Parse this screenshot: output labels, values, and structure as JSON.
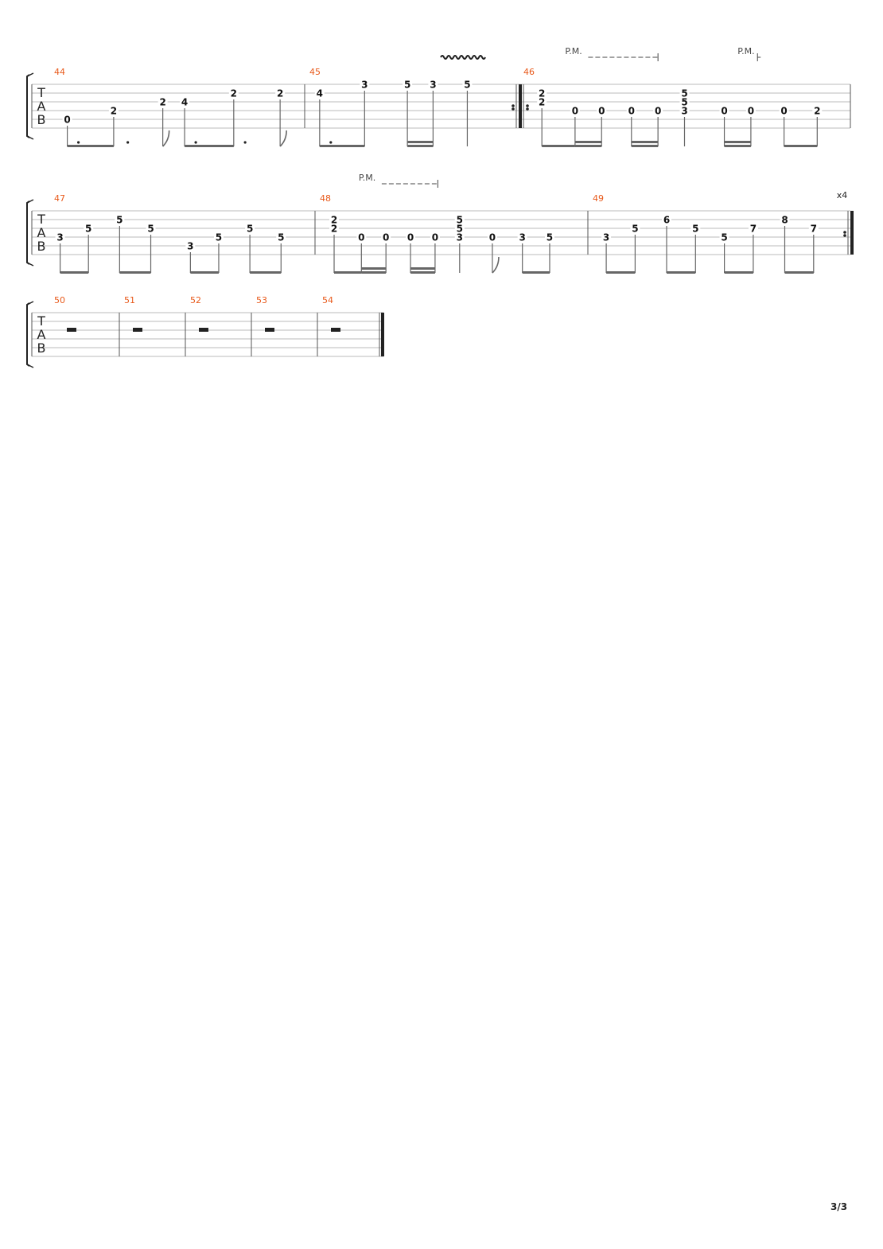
{
  "page": {
    "page_number": "3/3"
  },
  "colors": {
    "measure_number": "#e8591a",
    "staff_line": "#bbbbbb",
    "ink": "#222222"
  },
  "clef": {
    "t": "T",
    "a": "A",
    "b": "B"
  },
  "systems": [
    {
      "annotations": [
        {
          "type": "vibrato",
          "measure": "45",
          "beat": 0.74
        },
        {
          "type": "pm",
          "text": "P.M.",
          "measure": "46",
          "beat_start": 0.14,
          "beat_end": 0.42
        },
        {
          "type": "pm",
          "text": "P.M.",
          "measure": "46",
          "beat_start": 0.66,
          "beat_end": 0.72
        }
      ],
      "measures": [
        {
          "number": "44",
          "repeat_start": false,
          "repeat_end": false,
          "beats": [
            {
              "pos": 0.13,
              "notes": [
                {
                  "string": 5,
                  "fret": "0"
                }
              ],
              "stem": "beam8",
              "dot": true
            },
            {
              "pos": 0.3,
              "notes": [
                {
                  "string": 4,
                  "fret": "2"
                }
              ],
              "stem": "beam8"
            },
            {
              "pos": 0.48,
              "notes": [
                {
                  "string": 3,
                  "fret": "2"
                }
              ],
              "stem": "flag8",
              "pre_dot": true
            },
            {
              "pos": 0.56,
              "notes": [
                {
                  "string": 3,
                  "fret": "4"
                }
              ],
              "stem": "beam8",
              "dot": true
            },
            {
              "pos": 0.74,
              "notes": [
                {
                  "string": 2,
                  "fret": "2"
                }
              ],
              "stem": "beam8"
            },
            {
              "pos": 0.91,
              "notes": [
                {
                  "string": 2,
                  "fret": "2"
                }
              ],
              "stem": "flag8",
              "pre_dot": true
            }
          ]
        },
        {
          "number": "45",
          "repeat_start": false,
          "repeat_end": true,
          "beats": [
            {
              "pos": 0.07,
              "notes": [
                {
                  "string": 2,
                  "fret": "4"
                }
              ],
              "stem": "beam8",
              "dot": true
            },
            {
              "pos": 0.28,
              "notes": [
                {
                  "string": 1,
                  "fret": "3"
                }
              ],
              "stem": "beam8"
            },
            {
              "pos": 0.48,
              "notes": [
                {
                  "string": 1,
                  "fret": "5"
                }
              ],
              "stem": "beam16"
            },
            {
              "pos": 0.6,
              "notes": [
                {
                  "string": 1,
                  "fret": "3"
                }
              ],
              "stem": "beam16"
            },
            {
              "pos": 0.76,
              "notes": [
                {
                  "string": 1,
                  "fret": "5"
                }
              ],
              "stem": "quarter"
            }
          ]
        },
        {
          "number": "46",
          "repeat_start": true,
          "repeat_end": false,
          "beats": [
            {
              "pos": 0.07,
              "notes": [
                {
                  "string": 2,
                  "fret": "2"
                },
                {
                  "string": 3,
                  "fret": "2"
                }
              ],
              "stem": "beam8"
            },
            {
              "pos": 0.17,
              "notes": [
                {
                  "string": 4,
                  "fret": "0"
                }
              ],
              "stem": "beam16"
            },
            {
              "pos": 0.25,
              "notes": [
                {
                  "string": 4,
                  "fret": "0"
                }
              ],
              "stem": "beam16"
            },
            {
              "pos": 0.34,
              "notes": [
                {
                  "string": 4,
                  "fret": "0"
                }
              ],
              "stem": "beam16"
            },
            {
              "pos": 0.42,
              "notes": [
                {
                  "string": 4,
                  "fret": "0"
                }
              ],
              "stem": "beam16"
            },
            {
              "pos": 0.5,
              "notes": [
                {
                  "string": 2,
                  "fret": "5"
                },
                {
                  "string": 3,
                  "fret": "5"
                },
                {
                  "string": 4,
                  "fret": "3"
                }
              ],
              "stem": "quarter"
            },
            {
              "pos": 0.62,
              "notes": [
                {
                  "string": 4,
                  "fret": "0"
                }
              ],
              "stem": "beam16"
            },
            {
              "pos": 0.7,
              "notes": [
                {
                  "string": 4,
                  "fret": "0"
                }
              ],
              "stem": "beam16"
            },
            {
              "pos": 0.8,
              "notes": [
                {
                  "string": 4,
                  "fret": "0"
                }
              ],
              "stem": "beam8"
            },
            {
              "pos": 0.9,
              "notes": [
                {
                  "string": 4,
                  "fret": "2"
                }
              ],
              "stem": "beam8"
            }
          ]
        }
      ]
    },
    {
      "annotations": [
        {
          "type": "pm",
          "text": "P.M.",
          "measure": "48",
          "beat_start": 0.16,
          "beat_end": 0.45
        },
        {
          "type": "repeat_count",
          "text": "x4",
          "measure": "49",
          "beat": 0.99
        }
      ],
      "measures": [
        {
          "number": "47",
          "repeat_start": false,
          "repeat_end": false,
          "beats": [
            {
              "pos": 0.1,
              "notes": [
                {
                  "string": 4,
                  "fret": "3"
                }
              ],
              "stem": "beam8"
            },
            {
              "pos": 0.2,
              "notes": [
                {
                  "string": 3,
                  "fret": "5"
                }
              ],
              "stem": "beam8"
            },
            {
              "pos": 0.31,
              "notes": [
                {
                  "string": 2,
                  "fret": "5"
                }
              ],
              "stem": "beam8"
            },
            {
              "pos": 0.42,
              "notes": [
                {
                  "string": 3,
                  "fret": "5"
                }
              ],
              "stem": "beam8"
            },
            {
              "pos": 0.56,
              "notes": [
                {
                  "string": 5,
                  "fret": "3"
                }
              ],
              "stem": "beam8"
            },
            {
              "pos": 0.66,
              "notes": [
                {
                  "string": 4,
                  "fret": "5"
                }
              ],
              "stem": "beam8"
            },
            {
              "pos": 0.77,
              "notes": [
                {
                  "string": 3,
                  "fret": "5"
                }
              ],
              "stem": "beam8"
            },
            {
              "pos": 0.88,
              "notes": [
                {
                  "string": 4,
                  "fret": "5"
                }
              ],
              "stem": "beam8"
            }
          ]
        },
        {
          "number": "48",
          "repeat_start": false,
          "repeat_end": false,
          "beats": [
            {
              "pos": 0.07,
              "notes": [
                {
                  "string": 2,
                  "fret": "2"
                },
                {
                  "string": 3,
                  "fret": "2"
                }
              ],
              "stem": "beam8"
            },
            {
              "pos": 0.17,
              "notes": [
                {
                  "string": 4,
                  "fret": "0"
                }
              ],
              "stem": "beam16"
            },
            {
              "pos": 0.26,
              "notes": [
                {
                  "string": 4,
                  "fret": "0"
                }
              ],
              "stem": "beam16"
            },
            {
              "pos": 0.35,
              "notes": [
                {
                  "string": 4,
                  "fret": "0"
                }
              ],
              "stem": "beam16"
            },
            {
              "pos": 0.44,
              "notes": [
                {
                  "string": 4,
                  "fret": "0"
                }
              ],
              "stem": "beam16"
            },
            {
              "pos": 0.53,
              "notes": [
                {
                  "string": 2,
                  "fret": "5"
                },
                {
                  "string": 3,
                  "fret": "5"
                },
                {
                  "string": 4,
                  "fret": "3"
                }
              ],
              "stem": "quarter"
            },
            {
              "pos": 0.65,
              "notes": [
                {
                  "string": 4,
                  "fret": "0"
                }
              ],
              "stem": "flag8"
            },
            {
              "pos": 0.76,
              "notes": [
                {
                  "string": 4,
                  "fret": "3"
                }
              ],
              "stem": "beam8"
            },
            {
              "pos": 0.86,
              "notes": [
                {
                  "string": 4,
                  "fret": "5"
                }
              ],
              "stem": "beam8"
            }
          ]
        },
        {
          "number": "49",
          "repeat_start": false,
          "repeat_end": true,
          "beats": [
            {
              "pos": 0.07,
              "notes": [
                {
                  "string": 4,
                  "fret": "3"
                }
              ],
              "stem": "beam8"
            },
            {
              "pos": 0.18,
              "notes": [
                {
                  "string": 3,
                  "fret": "5"
                }
              ],
              "stem": "beam8"
            },
            {
              "pos": 0.3,
              "notes": [
                {
                  "string": 2,
                  "fret": "6"
                }
              ],
              "stem": "beam8"
            },
            {
              "pos": 0.41,
              "notes": [
                {
                  "string": 3,
                  "fret": "5"
                }
              ],
              "stem": "beam8"
            },
            {
              "pos": 0.52,
              "notes": [
                {
                  "string": 4,
                  "fret": "5"
                }
              ],
              "stem": "beam8"
            },
            {
              "pos": 0.63,
              "notes": [
                {
                  "string": 3,
                  "fret": "7"
                }
              ],
              "stem": "beam8"
            },
            {
              "pos": 0.75,
              "notes": [
                {
                  "string": 2,
                  "fret": "8"
                }
              ],
              "stem": "beam8"
            },
            {
              "pos": 0.86,
              "notes": [
                {
                  "string": 3,
                  "fret": "7"
                }
              ],
              "stem": "beam8"
            }
          ]
        }
      ]
    },
    {
      "annotations": [],
      "measures": [
        {
          "number": "50",
          "rest": "whole",
          "beats": []
        },
        {
          "number": "51",
          "rest": "whole",
          "beats": []
        },
        {
          "number": "52",
          "rest": "whole",
          "beats": []
        },
        {
          "number": "53",
          "rest": "whole",
          "beats": []
        },
        {
          "number": "54",
          "rest": "whole",
          "beats": [],
          "final": true
        }
      ]
    }
  ]
}
